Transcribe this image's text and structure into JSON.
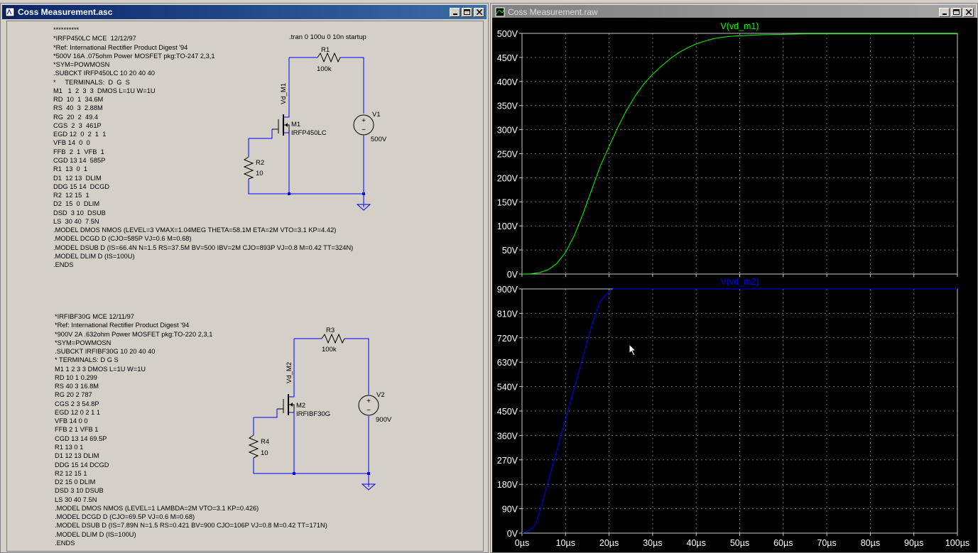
{
  "schematic_window": {
    "title": "Coss Measurement.asc",
    "directive": ".tran 0 100u 0 10n startup",
    "netlist1": [
      "**********",
      "*IRFP450LC MCE  12/12/97",
      "*Ref: International Rectifier Product Digest '94",
      "*500V 16A .075ohm Power MOSFET pkg:TO-247 2,3,1",
      "*SYM=POWMOSN",
      ".SUBCKT IRFP450LC 10 20 40 40",
      "*     TERMINALS:  D  G  S",
      "M1   1  2  3  3  DMOS L=1U W=1U",
      "RD  10  1  34.6M",
      "RS  40  3  2.88M",
      "RG  20  2  49.4",
      "CGS  2  3  461P",
      "EGD 12  0  2  1  1",
      "VFB 14  0  0",
      "FFB  2  1  VFB  1",
      "CGD 13 14  585P",
      "R1  13  0  1",
      "D1  12 13  DLIM",
      "DDG 15 14  DCGD",
      "R2  12 15  1",
      "D2  15  0  DLIM",
      "DSD  3 10  DSUB",
      "LS  30 40  7.5N",
      ".MODEL DMOS NMOS (LEVEL=3 VMAX=1.04MEG THETA=58.1M ETA=2M VTO=3.1 KP=4.42)",
      ".MODEL DCGD D (CJO=585P VJ=0.6 M=0.68)",
      ".MODEL DSUB D (IS=66.4N N=1.5 RS=37.5M BV=500 IBV=2M CJO=893P VJ=0.8 M=0.42 TT=324N)",
      ".MODEL DLIM D (IS=100U)",
      ".ENDS"
    ],
    "netlist2": [
      "*IRFIBF30G MCE 12/11/97",
      "*Ref: International Rectifier Product Digest '94",
      "*900V 2A .632ohm Power MOSFET pkg:TO-220 2,3,1",
      "*SYM=POWMOSN",
      ".SUBCKT IRFIBF30G 10 20 40 40",
      "* TERMINALS: D G S",
      "M1 1 2 3 3 DMOS L=1U W=1U",
      "RD 10 1 0.299",
      "RS 40 3 16.8M",
      "RG 20 2 787",
      "CGS 2 3 54.8P",
      "EGD 12 0 2 1 1",
      "VFB 14 0 0",
      "FFB 2 1 VFB 1",
      "CGD 13 14 69.5P",
      "R1 13 0 1",
      "D1 12 13 DLIM",
      "DDG 15 14 DCGD",
      "R2 12 15 1",
      "D2 15 0 DLIM",
      "DSD 3 10 DSUB",
      "LS 30 40 7.5N",
      ".MODEL DMOS NMOS (LEVEL=1 LAMBDA=2M VTO=3.1 KP=0.426)",
      ".MODEL DCGD D (CJO=69.5P VJ=0.6 M=0.68)",
      ".MODEL DSUB D (IS=7.89N N=1.5 RS=0.421 BV=900 CJO=106P VJ=0.8 M=0.42 TT=171N)",
      ".MODEL DLIM D (IS=100U)",
      ".ENDS"
    ],
    "circuit1": {
      "r1_name": "R1",
      "r1_value": "100k",
      "node": "Vd_M1",
      "m_name": "M1",
      "m_model": "IRFP450LC",
      "v_name": "V1",
      "v_value": "500V",
      "r2_name": "R2",
      "r2_value": "10"
    },
    "circuit2": {
      "r1_name": "R3",
      "r1_value": "100k",
      "node": "Vd_M2",
      "m_name": "M2",
      "m_model": "IRFIBF30G",
      "v_name": "V2",
      "v_value": "900V",
      "r2_name": "R4",
      "r2_value": "10"
    }
  },
  "plot_window": {
    "title": "Coss Measurement.raw"
  },
  "colors": {
    "trace1": "#00ff00",
    "trace2": "#0000ff",
    "wire": "#0000ff",
    "plot_bg": "#000000",
    "grid": "#6e6e6e",
    "title_active": "#0a246a"
  },
  "chart_data": [
    {
      "type": "line",
      "title": "V(vd_m1)",
      "x_ticks": [
        "0µs",
        "10µs",
        "20µs",
        "30µs",
        "40µs",
        "50µs",
        "60µs",
        "70µs",
        "80µs",
        "90µs",
        "100µs"
      ],
      "y_ticks": [
        "0V",
        "50V",
        "100V",
        "150V",
        "200V",
        "250V",
        "300V",
        "350V",
        "400V",
        "450V",
        "500V"
      ],
      "xlim": [
        0,
        100
      ],
      "ylim": [
        0,
        500
      ],
      "x": [
        0,
        2,
        4,
        6,
        8,
        10,
        12,
        14,
        16,
        18,
        20,
        22,
        24,
        26,
        28,
        30,
        32,
        34,
        36,
        38,
        40,
        42,
        44,
        46,
        48,
        50,
        55,
        60,
        65,
        70,
        75,
        80,
        85,
        90,
        95,
        100
      ],
      "y": [
        0,
        0.5,
        3,
        9,
        22,
        45,
        80,
        125,
        175,
        225,
        265,
        305,
        340,
        370,
        395,
        415,
        432,
        447,
        460,
        470,
        478,
        484,
        489,
        492,
        494,
        495,
        497,
        498,
        499,
        499,
        499,
        499,
        499,
        499,
        499,
        499
      ],
      "series": [
        {
          "name": "V(vd_m1)",
          "color": "#00ff00"
        }
      ]
    },
    {
      "type": "line",
      "title": "V(vd_m2)",
      "x_ticks": [
        "0µs",
        "10µs",
        "20µs",
        "30µs",
        "40µs",
        "50µs",
        "60µs",
        "70µs",
        "80µs",
        "90µs",
        "100µs"
      ],
      "y_ticks": [
        "0V",
        "90V",
        "180V",
        "270V",
        "360V",
        "450V",
        "540V",
        "630V",
        "720V",
        "810V",
        "900V"
      ],
      "xlim": [
        0,
        100
      ],
      "ylim": [
        0,
        900
      ],
      "x": [
        0,
        0.5,
        1,
        2,
        3,
        4,
        6,
        8,
        10,
        12,
        14,
        16,
        18,
        20,
        21,
        22,
        25,
        30,
        40,
        50,
        60,
        70,
        80,
        90,
        100
      ],
      "y": [
        0,
        2,
        6,
        14,
        30,
        75,
        190,
        305,
        420,
        535,
        650,
        765,
        855,
        890,
        900,
        900,
        900,
        900,
        900,
        900,
        900,
        900,
        900,
        900,
        900
      ],
      "series": [
        {
          "name": "V(vd_m2)",
          "color": "#0000ff"
        }
      ]
    }
  ]
}
